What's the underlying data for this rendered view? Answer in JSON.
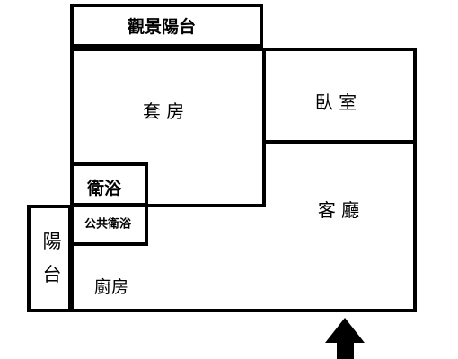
{
  "rooms": {
    "view_balcony": "觀景陽台",
    "master_suite": "套 房",
    "bedroom": "臥 室",
    "bathroom": "衛浴",
    "public_bathroom": "公共衛浴",
    "living_room": "客 廳",
    "balcony_char_1": "陽",
    "balcony_char_2": "台",
    "kitchen": "廚房"
  },
  "entrance": {
    "icon": "up-arrow-icon"
  },
  "colors": {
    "wall": "#000000",
    "background": "#ffffff"
  }
}
